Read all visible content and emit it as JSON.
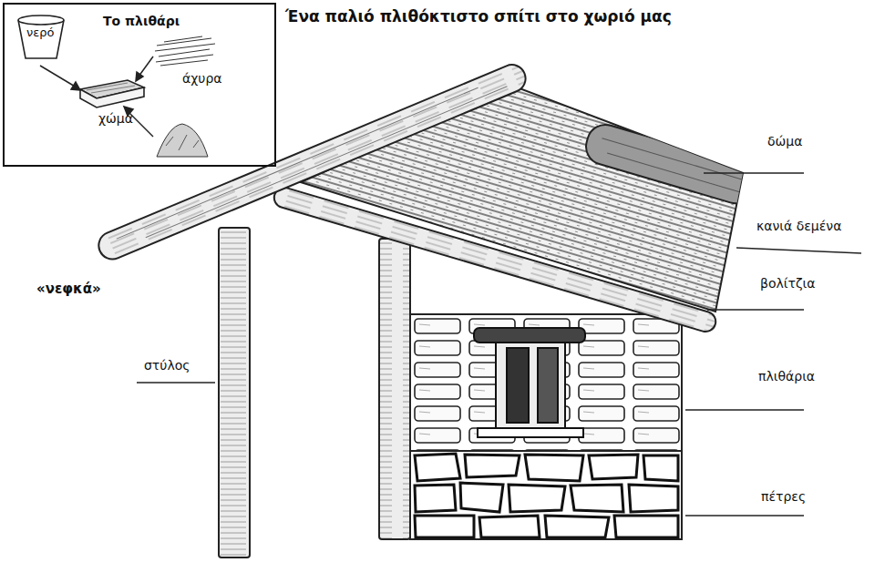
{
  "diagram": {
    "title": "Ένα παλιό πλιθόκτιστο σπίτι στο χωριό μας",
    "nodes": [
      {
        "text": [
          "Το πλιθάρι"
        ]
      }
    ],
    "labels": [
      "νερό",
      "άχυρα",
      "χώμα",
      "«νεφκά»",
      "δώμα",
      "κανιά δεμένα",
      "βολίτζια",
      "στύλος",
      "πλιθάρια",
      "πέτρες"
    ]
  }
}
